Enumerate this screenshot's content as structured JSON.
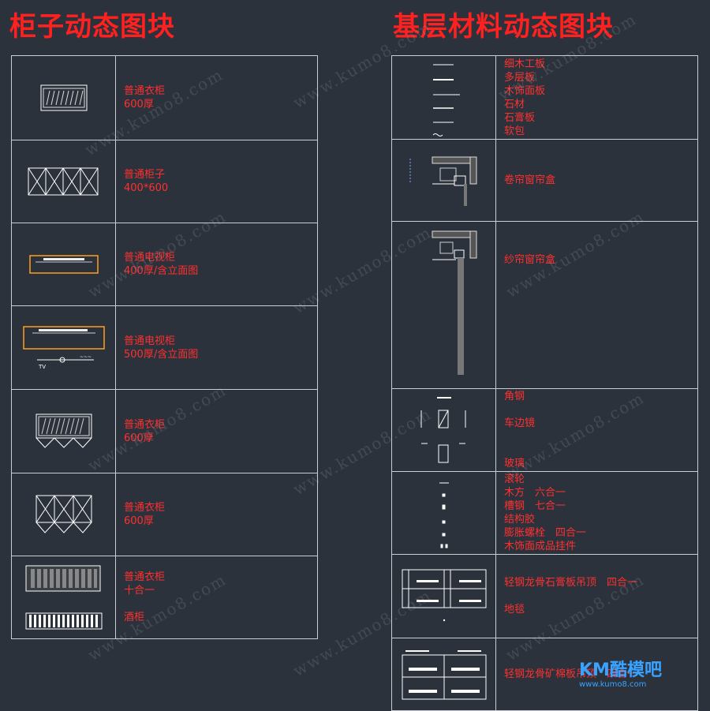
{
  "titles": {
    "left": "柜子动态图块",
    "right": "基层材料动态图块"
  },
  "left_rows": [
    {
      "lines": [
        "普通衣柜",
        "600厚"
      ]
    },
    {
      "lines": [
        "普通柜子",
        "400*600"
      ]
    },
    {
      "lines": [
        "普通电视柜",
        "400厚/含立面图"
      ]
    },
    {
      "lines": [
        "普通电视柜",
        "500厚/含立面图"
      ]
    },
    {
      "lines": [
        "普通衣柜",
        "600厚"
      ]
    },
    {
      "lines": [
        "普通衣柜",
        "600厚"
      ]
    },
    {
      "lines": [
        "普通衣柜",
        "十合一",
        "",
        "酒柜"
      ]
    }
  ],
  "right_rows": [
    {
      "lines": [
        "细木工板",
        "多层板",
        "木饰面板",
        "石材",
        "石膏板",
        "软包"
      ]
    },
    {
      "lines": [
        "卷帘窗帘盒"
      ]
    },
    {
      "lines": [
        "纱帘窗帘盒"
      ]
    },
    {
      "lines": [
        "角钢",
        "",
        "车边镜",
        "",
        "",
        "玻璃"
      ]
    },
    {
      "lines": [
        "滚轮",
        "木方　六合一",
        "槽钢　七合一",
        "结构胶",
        "膨胀螺栓　四合一",
        "木饰面成品挂件"
      ]
    },
    {
      "lines": [
        "轻钢龙骨石膏板吊顶　四合一",
        "",
        "地毯"
      ]
    },
    {
      "lines": [
        "轻钢龙骨矿棉板吊顶　四合一"
      ]
    }
  ],
  "watermark": "www.kumo8.com",
  "logo": {
    "main": "KM酷模吧",
    "url": "www.kumo8.com"
  },
  "colors": {
    "background": "#2b323b",
    "text_red": "#ff3030",
    "grid": "#c9ced4",
    "logo_blue": "#3aa3ff",
    "tv_orange": "#ffa020"
  }
}
